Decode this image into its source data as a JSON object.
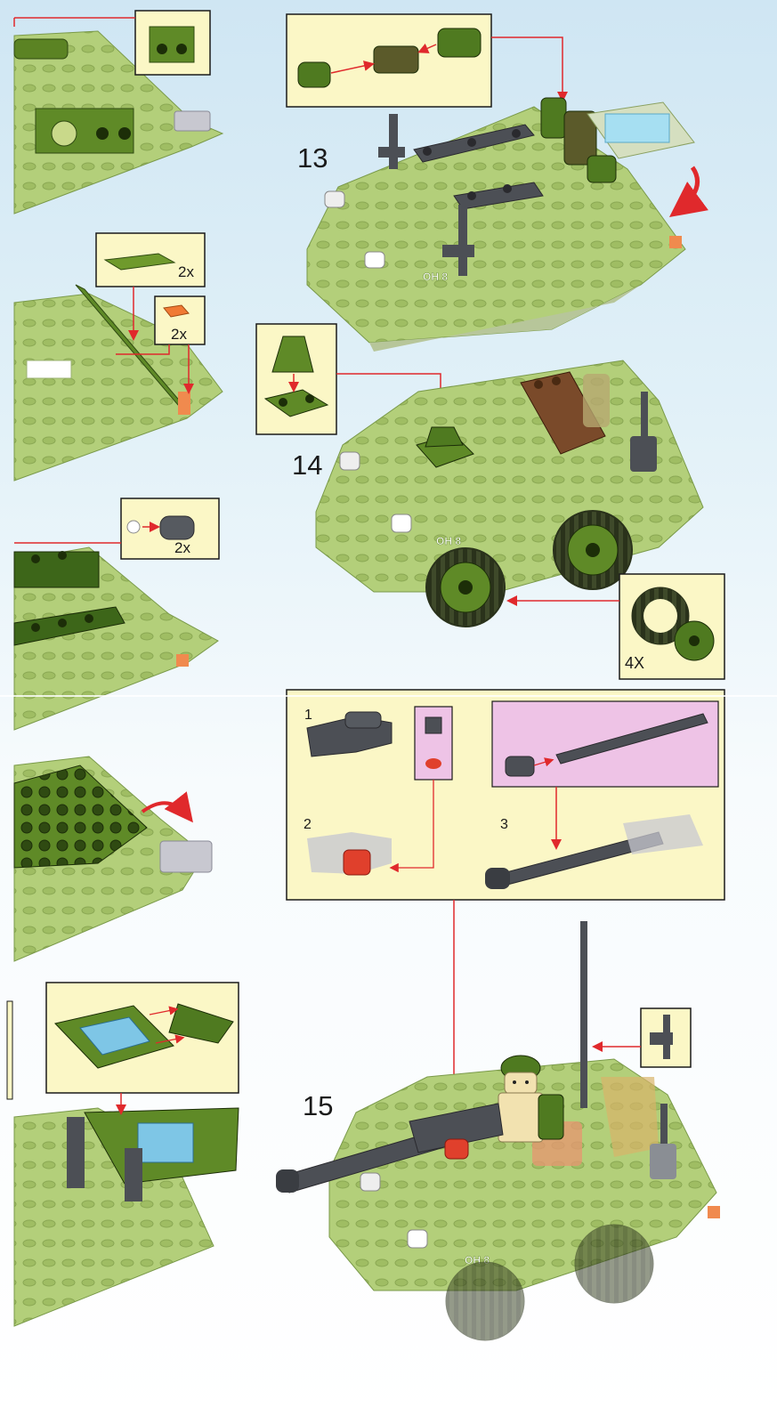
{
  "steps": {
    "s13": "13",
    "s14": "14",
    "s15": "15"
  },
  "quantities": {
    "tile_2x": "2x",
    "small_2x": "2x",
    "pin_2x": "2x",
    "wheels_4x": "4X"
  },
  "substeps": {
    "one": "1",
    "two": "2",
    "three": "3"
  },
  "vehicle_text": "OH 8",
  "colors": {
    "callout_bg": "#fbf7c6",
    "callout_pink": "#eec3e6",
    "arrow": "#e0292c",
    "brick_green": "#6f9a2c",
    "dark_green": "#3d5e1a",
    "ghost_green": "#b5d17d"
  }
}
